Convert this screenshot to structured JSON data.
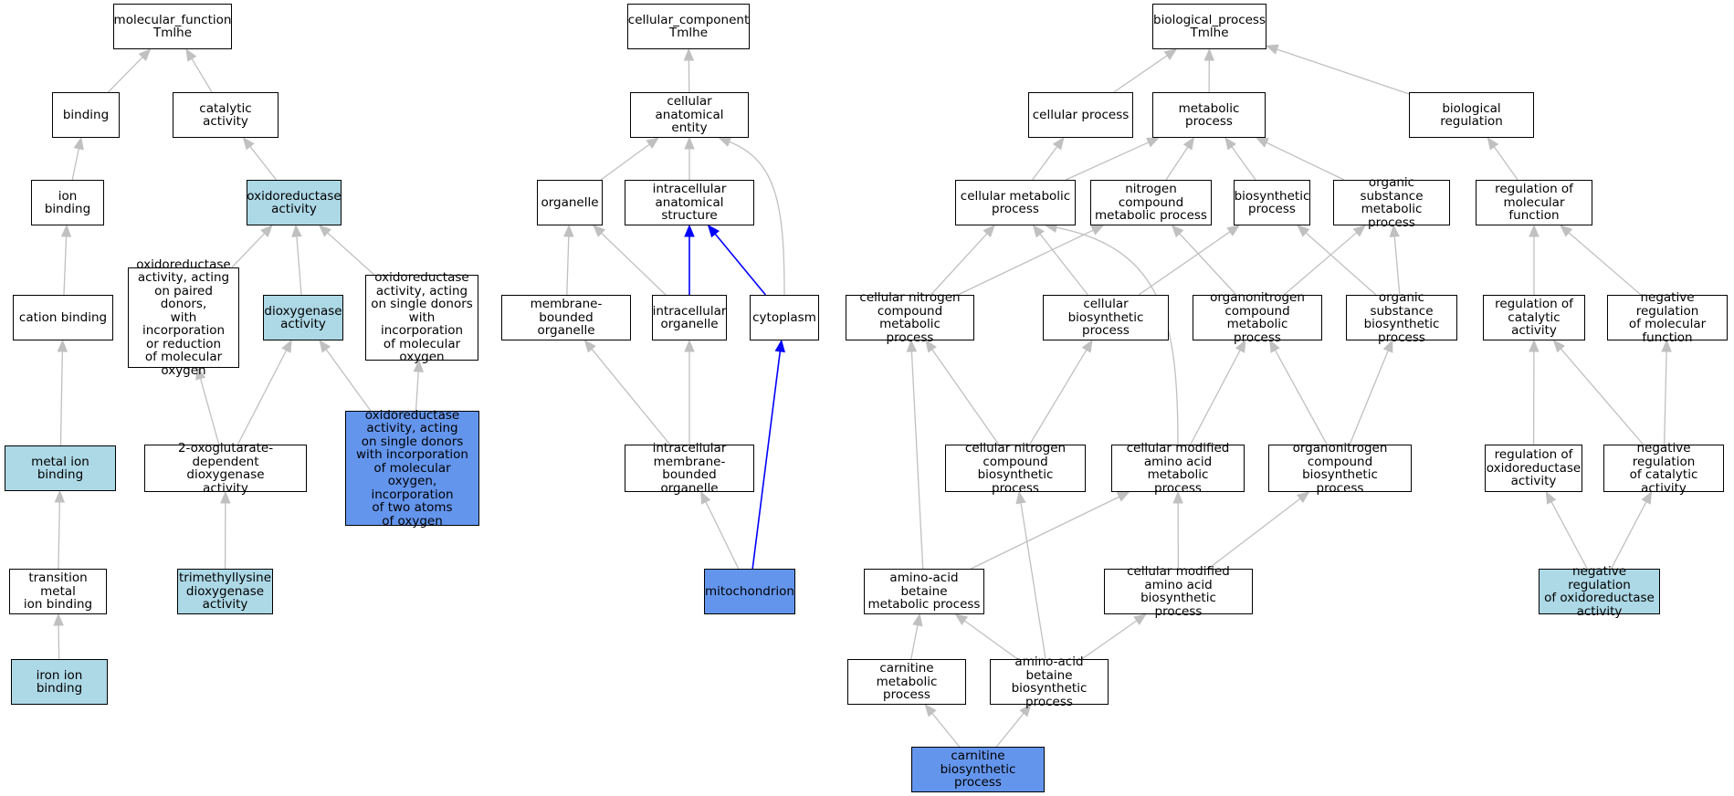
{
  "colors": {
    "node_default": "#ffffff",
    "node_light": "#add8e6",
    "node_strong": "#6495ed",
    "edge_gray": "#c0c0c0",
    "edge_blue": "#0000ff"
  },
  "nodes": [
    {
      "id": "mf_root",
      "label": "molecular_function\nTmlhe",
      "fill": "default"
    },
    {
      "id": "binding",
      "label": "binding",
      "fill": "default"
    },
    {
      "id": "catalytic",
      "label": "catalytic activity",
      "fill": "default"
    },
    {
      "id": "ion_binding",
      "label": "ion binding",
      "fill": "default"
    },
    {
      "id": "oxidoreductase",
      "label": "oxidoreductase\nactivity",
      "fill": "light"
    },
    {
      "id": "cation_binding",
      "label": "cation binding",
      "fill": "default"
    },
    {
      "id": "ox_paired",
      "label": "oxidoreductase\nactivity, acting\non paired donors,\nwith incorporation\nor reduction\nof molecular\noxygen",
      "fill": "default"
    },
    {
      "id": "dioxygenase",
      "label": "dioxygenase\nactivity",
      "fill": "light"
    },
    {
      "id": "ox_single",
      "label": "oxidoreductase\nactivity, acting\non single donors\nwith incorporation\nof molecular\noxygen",
      "fill": "default"
    },
    {
      "id": "metal_ion",
      "label": "metal ion binding",
      "fill": "light"
    },
    {
      "id": "oxoglutarate",
      "label": "2-oxoglutarate-dependent\ndioxygenase\nactivity",
      "fill": "default"
    },
    {
      "id": "ox_two_atoms",
      "label": "oxidoreductase\nactivity, acting\non single donors\nwith incorporation\nof molecular\noxygen, incorporation\nof two atoms\nof oxygen",
      "fill": "strong"
    },
    {
      "id": "transition_metal",
      "label": "transition metal\nion binding",
      "fill": "default"
    },
    {
      "id": "tml_dioxygenase",
      "label": "trimethyllysine\ndioxygenase\nactivity",
      "fill": "light"
    },
    {
      "id": "iron_ion",
      "label": "iron ion binding",
      "fill": "light"
    },
    {
      "id": "cc_root",
      "label": "cellular_component\nTmlhe",
      "fill": "default"
    },
    {
      "id": "cell_anat",
      "label": "cellular anatomical\nentity",
      "fill": "default"
    },
    {
      "id": "organelle",
      "label": "organelle",
      "fill": "default"
    },
    {
      "id": "intra_anat",
      "label": "intracellular\nanatomical structure",
      "fill": "default"
    },
    {
      "id": "mem_organelle",
      "label": "membrane-bounded\norganelle",
      "fill": "default"
    },
    {
      "id": "intra_organelle",
      "label": "intracellular\norganelle",
      "fill": "default"
    },
    {
      "id": "cytoplasm",
      "label": "cytoplasm",
      "fill": "default"
    },
    {
      "id": "intra_mem_organelle",
      "label": "intracellular\nmembrane-bounded\norganelle",
      "fill": "default"
    },
    {
      "id": "mitochondrion",
      "label": "mitochondrion",
      "fill": "strong"
    },
    {
      "id": "bp_root",
      "label": "biological_process\nTmlhe",
      "fill": "default"
    },
    {
      "id": "cell_process",
      "label": "cellular process",
      "fill": "default"
    },
    {
      "id": "metabolic",
      "label": "metabolic process",
      "fill": "default"
    },
    {
      "id": "bio_reg",
      "label": "biological regulation",
      "fill": "default"
    },
    {
      "id": "cell_metabolic",
      "label": "cellular metabolic\nprocess",
      "fill": "default"
    },
    {
      "id": "nitrogen_metabolic",
      "label": "nitrogen compound\nmetabolic process",
      "fill": "default"
    },
    {
      "id": "biosynthetic",
      "label": "biosynthetic\nprocess",
      "fill": "default"
    },
    {
      "id": "org_sub_metabolic",
      "label": "organic substance\nmetabolic process",
      "fill": "default"
    },
    {
      "id": "reg_mol_func",
      "label": "regulation of\nmolecular function",
      "fill": "default"
    },
    {
      "id": "cell_nitrogen_metabolic",
      "label": "cellular nitrogen\ncompound metabolic\nprocess",
      "fill": "default"
    },
    {
      "id": "cell_biosynthetic",
      "label": "cellular biosynthetic\nprocess",
      "fill": "default"
    },
    {
      "id": "organonitrogen_metabolic",
      "label": "organonitrogen\ncompound metabolic\nprocess",
      "fill": "default"
    },
    {
      "id": "org_sub_biosynthetic",
      "label": "organic substance\nbiosynthetic\nprocess",
      "fill": "default"
    },
    {
      "id": "reg_catalytic",
      "label": "regulation of\ncatalytic activity",
      "fill": "default"
    },
    {
      "id": "neg_reg_mol_func",
      "label": "negative regulation\nof molecular\nfunction",
      "fill": "default"
    },
    {
      "id": "cell_nitrogen_biosynthetic",
      "label": "cellular nitrogen\ncompound biosynthetic\nprocess",
      "fill": "default"
    },
    {
      "id": "cell_mod_aa_metabolic",
      "label": "cellular modified\namino acid metabolic\nprocess",
      "fill": "default"
    },
    {
      "id": "organonitrogen_biosynthetic",
      "label": "organonitrogen\ncompound biosynthetic\nprocess",
      "fill": "default"
    },
    {
      "id": "reg_oxidoreductase",
      "label": "regulation of\noxidoreductase\nactivity",
      "fill": "default"
    },
    {
      "id": "neg_reg_catalytic",
      "label": "negative regulation\nof catalytic\nactivity",
      "fill": "default"
    },
    {
      "id": "aa_betaine_metabolic",
      "label": "amino-acid betaine\nmetabolic process",
      "fill": "default"
    },
    {
      "id": "cell_mod_aa_biosynthetic",
      "label": "cellular modified\namino acid biosynthetic\nprocess",
      "fill": "default"
    },
    {
      "id": "neg_reg_oxidoreductase",
      "label": "negative regulation\nof oxidoreductase\nactivity",
      "fill": "light"
    },
    {
      "id": "carnitine_metabolic",
      "label": "carnitine metabolic\nprocess",
      "fill": "default"
    },
    {
      "id": "aa_betaine_biosynthetic",
      "label": "amino-acid betaine\nbiosynthetic\nprocess",
      "fill": "default"
    },
    {
      "id": "carnitine_biosynthetic",
      "label": "carnitine biosynthetic\nprocess",
      "fill": "strong"
    }
  ],
  "edges": [
    {
      "from": "binding",
      "to": "mf_root",
      "color": "gray"
    },
    {
      "from": "catalytic",
      "to": "mf_root",
      "color": "gray"
    },
    {
      "from": "ion_binding",
      "to": "binding",
      "color": "gray"
    },
    {
      "from": "oxidoreductase",
      "to": "catalytic",
      "color": "gray"
    },
    {
      "from": "cation_binding",
      "to": "ion_binding",
      "color": "gray"
    },
    {
      "from": "ox_paired",
      "to": "oxidoreductase",
      "color": "gray"
    },
    {
      "from": "dioxygenase",
      "to": "oxidoreductase",
      "color": "gray"
    },
    {
      "from": "ox_single",
      "to": "oxidoreductase",
      "color": "gray"
    },
    {
      "from": "metal_ion",
      "to": "cation_binding",
      "color": "gray"
    },
    {
      "from": "oxoglutarate",
      "to": "ox_paired",
      "color": "gray"
    },
    {
      "from": "oxoglutarate",
      "to": "dioxygenase",
      "color": "gray"
    },
    {
      "from": "ox_two_atoms",
      "to": "dioxygenase",
      "color": "gray"
    },
    {
      "from": "ox_two_atoms",
      "to": "ox_single",
      "color": "gray"
    },
    {
      "from": "transition_metal",
      "to": "metal_ion",
      "color": "gray"
    },
    {
      "from": "tml_dioxygenase",
      "to": "oxoglutarate",
      "color": "gray"
    },
    {
      "from": "iron_ion",
      "to": "transition_metal",
      "color": "gray"
    },
    {
      "from": "cell_anat",
      "to": "cc_root",
      "color": "gray"
    },
    {
      "from": "organelle",
      "to": "cell_anat",
      "color": "gray"
    },
    {
      "from": "intra_anat",
      "to": "cell_anat",
      "color": "gray"
    },
    {
      "from": "cytoplasm",
      "to": "cell_anat",
      "color": "gray",
      "curve": true
    },
    {
      "from": "mem_organelle",
      "to": "organelle",
      "color": "gray"
    },
    {
      "from": "intra_organelle",
      "to": "organelle",
      "color": "gray"
    },
    {
      "from": "intra_organelle",
      "to": "intra_anat",
      "color": "blue"
    },
    {
      "from": "cytoplasm",
      "to": "intra_anat",
      "color": "blue"
    },
    {
      "from": "intra_mem_organelle",
      "to": "mem_organelle",
      "color": "gray"
    },
    {
      "from": "intra_mem_organelle",
      "to": "intra_organelle",
      "color": "gray"
    },
    {
      "from": "mitochondrion",
      "to": "intra_mem_organelle",
      "color": "gray"
    },
    {
      "from": "mitochondrion",
      "to": "cytoplasm",
      "color": "blue"
    },
    {
      "from": "cell_process",
      "to": "bp_root",
      "color": "gray"
    },
    {
      "from": "metabolic",
      "to": "bp_root",
      "color": "gray"
    },
    {
      "from": "bio_reg",
      "to": "bp_root",
      "color": "gray"
    },
    {
      "from": "cell_metabolic",
      "to": "cell_process",
      "color": "gray"
    },
    {
      "from": "cell_metabolic",
      "to": "metabolic",
      "color": "gray"
    },
    {
      "from": "nitrogen_metabolic",
      "to": "metabolic",
      "color": "gray"
    },
    {
      "from": "biosynthetic",
      "to": "metabolic",
      "color": "gray"
    },
    {
      "from": "org_sub_metabolic",
      "to": "metabolic",
      "color": "gray"
    },
    {
      "from": "reg_mol_func",
      "to": "bio_reg",
      "color": "gray"
    },
    {
      "from": "cell_nitrogen_metabolic",
      "to": "cell_metabolic",
      "color": "gray"
    },
    {
      "from": "cell_nitrogen_metabolic",
      "to": "nitrogen_metabolic",
      "color": "gray"
    },
    {
      "from": "cell_biosynthetic",
      "to": "cell_metabolic",
      "color": "gray"
    },
    {
      "from": "cell_biosynthetic",
      "to": "biosynthetic",
      "color": "gray"
    },
    {
      "from": "organonitrogen_metabolic",
      "to": "nitrogen_metabolic",
      "color": "gray"
    },
    {
      "from": "organonitrogen_metabolic",
      "to": "org_sub_metabolic",
      "color": "gray"
    },
    {
      "from": "org_sub_biosynthetic",
      "to": "biosynthetic",
      "color": "gray"
    },
    {
      "from": "org_sub_biosynthetic",
      "to": "org_sub_metabolic",
      "color": "gray"
    },
    {
      "from": "reg_catalytic",
      "to": "reg_mol_func",
      "color": "gray"
    },
    {
      "from": "neg_reg_mol_func",
      "to": "reg_mol_func",
      "color": "gray"
    },
    {
      "from": "cell_nitrogen_biosynthetic",
      "to": "cell_nitrogen_metabolic",
      "color": "gray"
    },
    {
      "from": "cell_nitrogen_biosynthetic",
      "to": "cell_biosynthetic",
      "color": "gray"
    },
    {
      "from": "cell_mod_aa_metabolic",
      "to": "cell_metabolic",
      "color": "gray",
      "curve": true
    },
    {
      "from": "cell_mod_aa_metabolic",
      "to": "organonitrogen_metabolic",
      "color": "gray"
    },
    {
      "from": "organonitrogen_biosynthetic",
      "to": "organonitrogen_metabolic",
      "color": "gray"
    },
    {
      "from": "organonitrogen_biosynthetic",
      "to": "org_sub_biosynthetic",
      "color": "gray"
    },
    {
      "from": "reg_oxidoreductase",
      "to": "reg_catalytic",
      "color": "gray"
    },
    {
      "from": "neg_reg_catalytic",
      "to": "reg_catalytic",
      "color": "gray"
    },
    {
      "from": "neg_reg_catalytic",
      "to": "neg_reg_mol_func",
      "color": "gray"
    },
    {
      "from": "aa_betaine_metabolic",
      "to": "cell_nitrogen_metabolic",
      "color": "gray"
    },
    {
      "from": "aa_betaine_metabolic",
      "to": "cell_mod_aa_metabolic",
      "color": "gray"
    },
    {
      "from": "cell_mod_aa_biosynthetic",
      "to": "cell_mod_aa_metabolic",
      "color": "gray"
    },
    {
      "from": "cell_mod_aa_biosynthetic",
      "to": "organonitrogen_biosynthetic",
      "color": "gray"
    },
    {
      "from": "neg_reg_oxidoreductase",
      "to": "reg_oxidoreductase",
      "color": "gray"
    },
    {
      "from": "neg_reg_oxidoreductase",
      "to": "neg_reg_catalytic",
      "color": "gray"
    },
    {
      "from": "carnitine_metabolic",
      "to": "aa_betaine_metabolic",
      "color": "gray"
    },
    {
      "from": "aa_betaine_biosynthetic",
      "to": "aa_betaine_metabolic",
      "color": "gray"
    },
    {
      "from": "aa_betaine_biosynthetic",
      "to": "cell_nitrogen_biosynthetic",
      "color": "gray"
    },
    {
      "from": "aa_betaine_biosynthetic",
      "to": "cell_mod_aa_biosynthetic",
      "color": "gray"
    },
    {
      "from": "carnitine_biosynthetic",
      "to": "carnitine_metabolic",
      "color": "gray"
    },
    {
      "from": "carnitine_biosynthetic",
      "to": "aa_betaine_biosynthetic",
      "color": "gray"
    }
  ]
}
